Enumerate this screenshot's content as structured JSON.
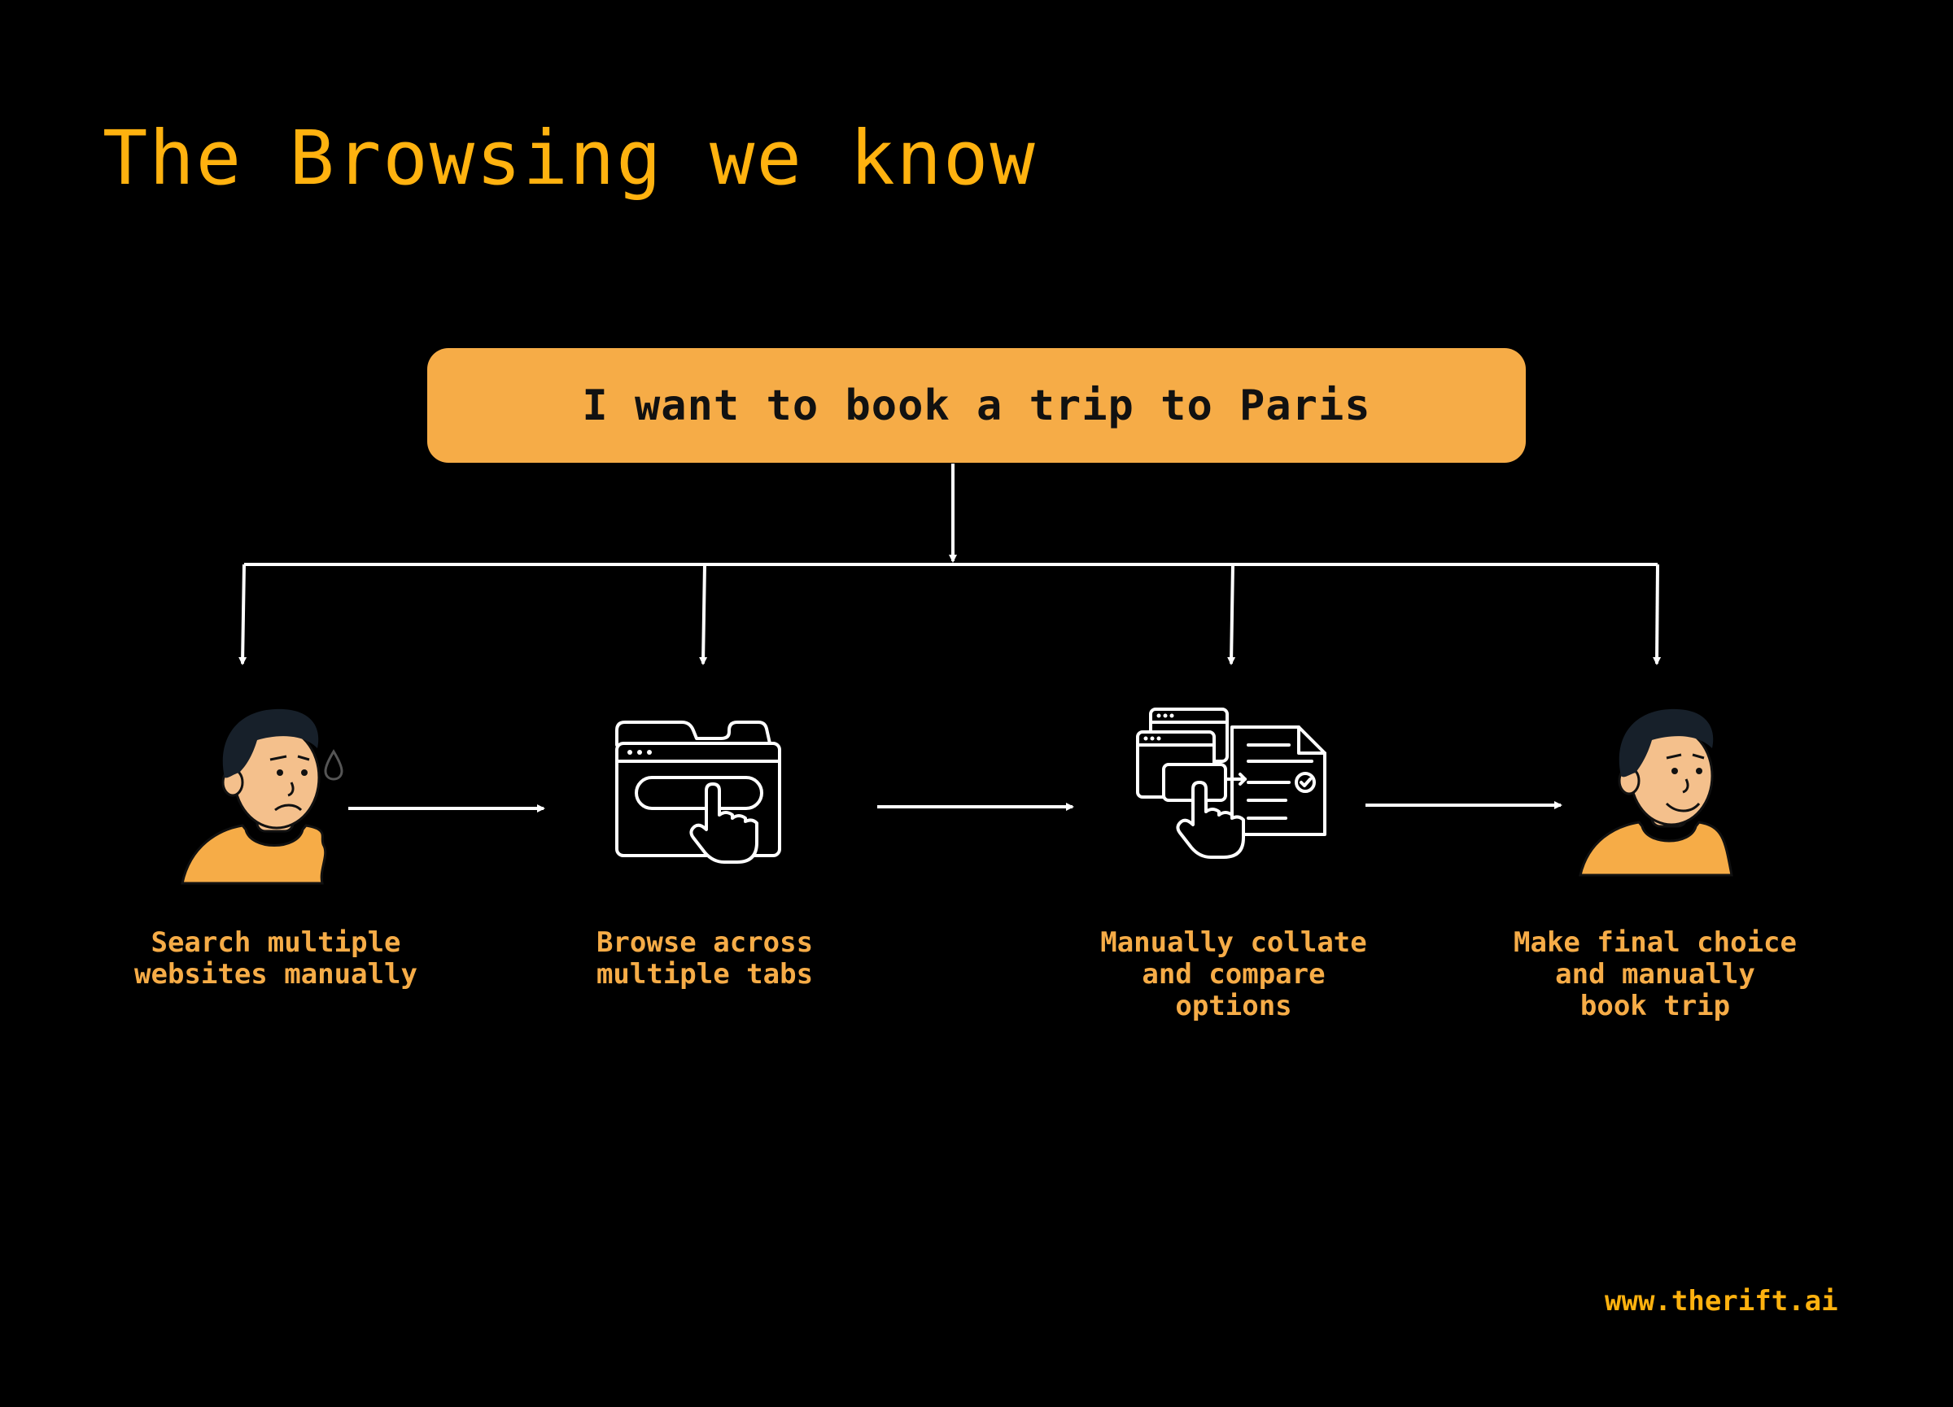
{
  "title": "The Browsing we know",
  "goal": "I want to book a trip to Paris",
  "steps": [
    {
      "icon": "worried-person-icon",
      "lines": [
        "Search multiple",
        "websites manually"
      ]
    },
    {
      "icon": "browser-window-click-icon",
      "lines": [
        "Browse across",
        "multiple tabs"
      ]
    },
    {
      "icon": "compare-documents-icon",
      "lines": [
        "Manually collate",
        "and compare",
        "options"
      ]
    },
    {
      "icon": "happy-person-icon",
      "lines": [
        "Make final choice",
        "and manually",
        "book trip"
      ]
    }
  ],
  "footer": {
    "url": "www.therift.ai"
  },
  "colors": {
    "background": "#000000",
    "accent": "#FFB20F",
    "goal_box": "#F6AC47",
    "label": "#F6AC47",
    "line": "#FFFFFF",
    "skin": "#F4C08C",
    "hair": "#17202A",
    "shirt": "#F6AC47"
  }
}
